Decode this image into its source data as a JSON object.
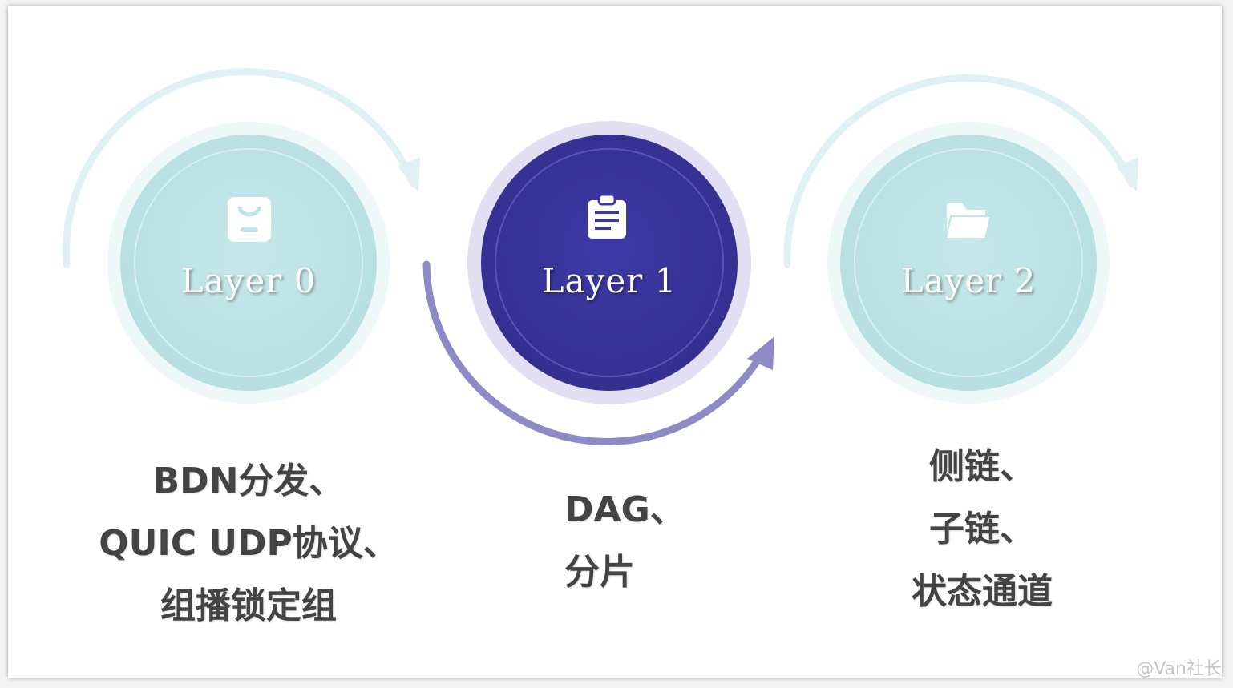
{
  "colors": {
    "teal_ring": "#e6f5f6",
    "teal_circle": "#bfe3e6",
    "teal_arc": "#dff1f3",
    "indigo_ring": "#e1dff1",
    "indigo_circle": "#3a37a1",
    "indigo_arc": "#8e8ac6",
    "text": "#444444"
  },
  "layers": [
    {
      "label": "Layer 0",
      "icon": "tablet-icon",
      "caption": [
        "BDN分发、",
        "QUIC UDP协议、",
        "组播锁定组"
      ]
    },
    {
      "label": "Layer 1",
      "icon": "clipboard-icon",
      "caption": [
        "DAG、",
        "分片"
      ]
    },
    {
      "label": "Layer 2",
      "icon": "folder-icon",
      "caption": [
        "侧链、",
        "子链、",
        "状态通道"
      ]
    }
  ],
  "watermark": "@Van社长"
}
